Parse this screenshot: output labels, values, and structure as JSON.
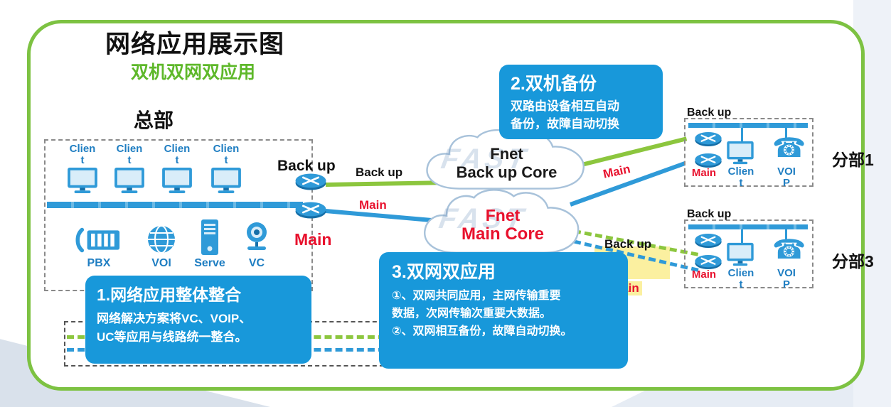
{
  "title": "网络应用展示图",
  "subtitle": "双机双网双应用",
  "hq": {
    "label": "总部",
    "clients": [
      {
        "line1": "Clien",
        "line2": "t"
      },
      {
        "line1": "Clien",
        "line2": "t"
      },
      {
        "line1": "Clien",
        "line2": "t"
      },
      {
        "line1": "Clien",
        "line2": "t"
      }
    ],
    "devices": {
      "pbx": "PBX",
      "voip": "VOI",
      "server": "Serve",
      "vc": "VC"
    },
    "router_backup_label": "Back up",
    "router_main_label": "Main"
  },
  "links": {
    "hq_backup": "Back up",
    "hq_main": "Main",
    "branch1_main": "Main",
    "branch3_backup": "Back up",
    "branch3_main": "Main"
  },
  "clouds": {
    "backup": {
      "line1": "Fnet",
      "line2": "Back up Core",
      "watermark": "FAST"
    },
    "main": {
      "line1": "Fnet",
      "line2": "Main Core",
      "watermark": "FAST"
    }
  },
  "branches": [
    {
      "name": "分部1",
      "backup_label": "Back up",
      "main_label": "Main",
      "client_line1": "Clien",
      "client_line2": "t",
      "voip_line1": "VOI",
      "voip_line2": "P"
    },
    {
      "name": "分部3",
      "backup_label": "Back up",
      "main_label": "Main",
      "client_line1": "Clien",
      "client_line2": "t",
      "voip_line1": "VOI",
      "voip_line2": "P"
    }
  ],
  "callouts": [
    {
      "title": "1.网络应用整体整合",
      "body": "网络解决方案将VC、VOIP、\nUC等应用与线路统一整合。"
    },
    {
      "title": "2.双机备份",
      "body": "双路由设备相互自动\n备份，故障自动切换"
    },
    {
      "title": "3.双网双应用",
      "body": "①、双网共同应用，主网传输重要\n数据，次网传输次重要大数据。\n②、双网相互备份，故障自动切换。"
    }
  ],
  "icons": {
    "voip_phone": "☎"
  },
  "colors": {
    "frame_green": "#7dc242",
    "callout_blue": "#1898da",
    "line_blue": "#2f9ad8",
    "line_green": "#8cc63e",
    "label_blue": "#1f7ec2",
    "alert_red": "#e8112d",
    "highlight_yellow": "#fbf0a0"
  }
}
